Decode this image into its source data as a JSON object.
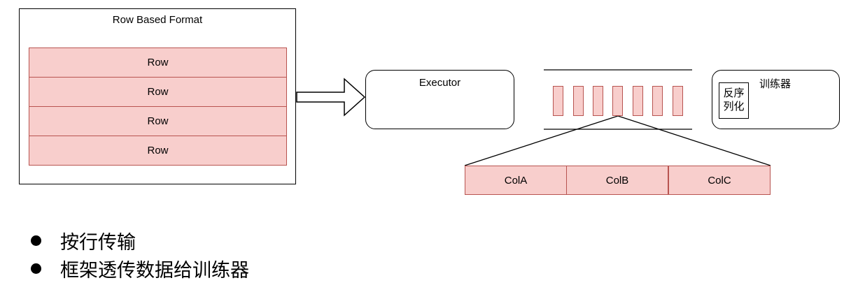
{
  "row_format": {
    "title": "Row Based Format",
    "rows": [
      "Row",
      "Row",
      "Row",
      "Row"
    ]
  },
  "executor": {
    "label": "Executor"
  },
  "columns": [
    "ColA",
    "ColB",
    "ColC"
  ],
  "trainer": {
    "label": "训练器",
    "deserialize_line1": "反序",
    "deserialize_line2": "列化"
  },
  "bullets": [
    "按行传输",
    "框架透传数据给训练器"
  ],
  "colors": {
    "row_fill": "#f8cecc",
    "row_border": "#b85450",
    "stroke": "#000000"
  }
}
